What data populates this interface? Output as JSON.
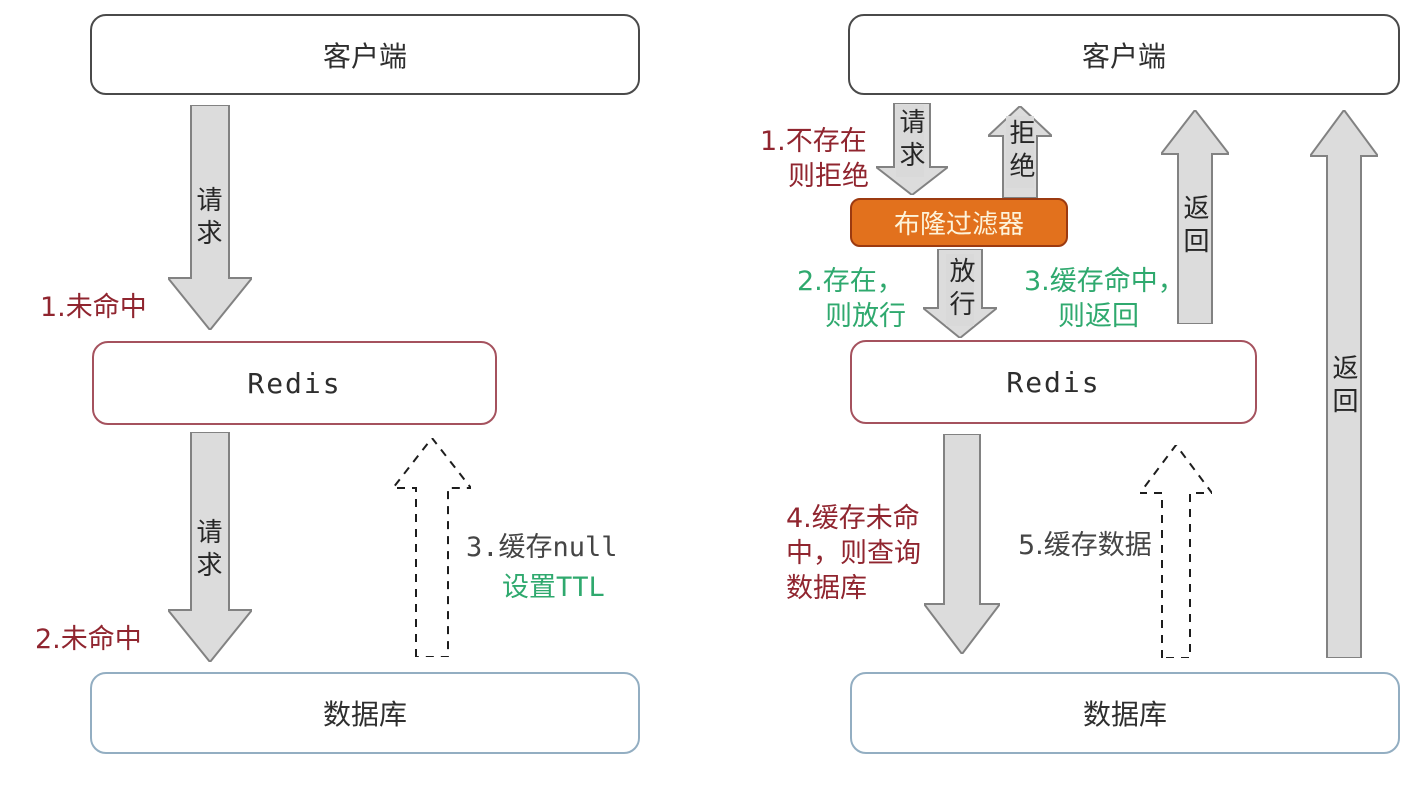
{
  "left_diagram": {
    "client_label": "客户端",
    "redis_label": "Redis",
    "database_label": "数据库",
    "request_arrow1_label": "请求",
    "request_arrow2_label": "请求",
    "step1": "1.未命中",
    "step2": "2.未命中",
    "step3": [
      "3.缓存null",
      "设置TTL"
    ]
  },
  "right_diagram": {
    "client_label": "客户端",
    "bloom_filter_label": "布隆过滤器",
    "redis_label": "Redis",
    "database_label": "数据库",
    "request_arrow_label": "请求",
    "reject_arrow_label": "拒绝",
    "pass_arrow_label": "放行",
    "return_arrow_inner_label": "返回",
    "return_arrow_outer_label": "返回",
    "step1": [
      "1.不存在",
      "则拒绝"
    ],
    "step2": [
      "2.存在，",
      "则放行"
    ],
    "step3": [
      "3.缓存命中，",
      "则返回"
    ],
    "step4": [
      "4.缓存未命",
      "中，则查询",
      "数据库"
    ],
    "step5": "5.缓存数据"
  },
  "colors": {
    "red_text": "#90252f",
    "green_text": "#2fa96e",
    "gray_text": "#454545",
    "arrow_fill": "#dcdcdc",
    "arrow_stroke": "#828282",
    "bloom_fill": "#e2711d",
    "bloom_border": "#9c3a10",
    "bloom_text": "#fdf3da",
    "redis_border": "#a5525e",
    "database_border": "#93aec2",
    "client_border": "#4a4a4a"
  }
}
